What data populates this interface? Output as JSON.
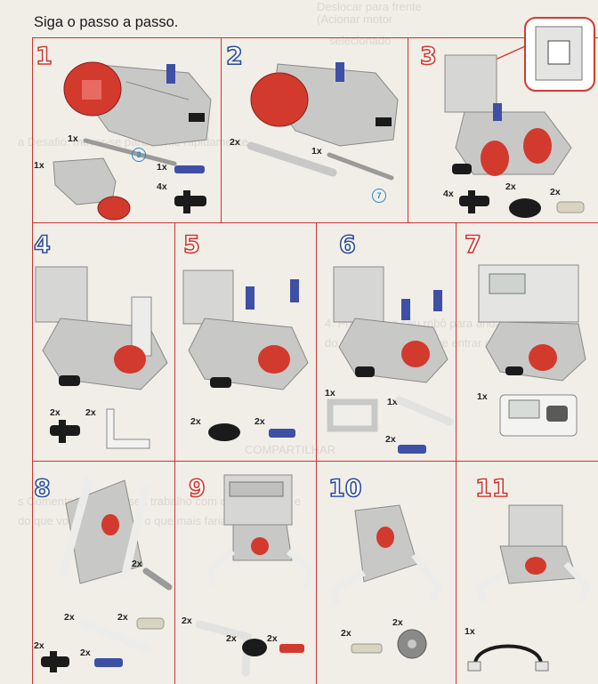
{
  "page": {
    "title": "Siga o passo a passo."
  },
  "steps": [
    {
      "number": "1",
      "parts": [
        {
          "qty": "1x"
        },
        {
          "qty": "1x"
        },
        {
          "qty": "1x"
        },
        {
          "qty": "4x"
        }
      ],
      "length_markers": [
        "3"
      ]
    },
    {
      "number": "2",
      "parts": [
        {
          "qty": "2x"
        },
        {
          "qty": "1x"
        }
      ],
      "length_markers": [
        "7"
      ]
    },
    {
      "number": "3",
      "parts": [
        {
          "qty": "4x"
        },
        {
          "qty": "2x"
        },
        {
          "qty": "2x"
        }
      ]
    },
    {
      "number": "4",
      "parts": [
        {
          "qty": "2x"
        },
        {
          "qty": "2x"
        }
      ]
    },
    {
      "number": "5",
      "parts": [
        {
          "qty": "2x"
        },
        {
          "qty": "2x"
        }
      ]
    },
    {
      "number": "6",
      "parts": [
        {
          "qty": "1x"
        },
        {
          "qty": "1x"
        },
        {
          "qty": "2x"
        }
      ]
    },
    {
      "number": "7",
      "parts": [
        {
          "qty": "1x"
        }
      ]
    },
    {
      "number": "8",
      "parts": [
        {
          "qty": "2x"
        },
        {
          "qty": "2x"
        },
        {
          "qty": "2x"
        },
        {
          "qty": "2x"
        },
        {
          "qty": "2x"
        }
      ]
    },
    {
      "number": "9",
      "parts": [
        {
          "qty": "2x"
        },
        {
          "qty": "2x"
        },
        {
          "qty": "2x"
        }
      ]
    },
    {
      "number": "10",
      "parts": [
        {
          "qty": "2x"
        },
        {
          "qty": "2x"
        }
      ]
    },
    {
      "number": "11",
      "parts": [
        {
          "qty": "1x"
        }
      ]
    }
  ],
  "bleed_through": [
    "Deslocar para frente",
    "(Acionar motor",
    "selecionado",
    "a Desafio: mover-se para frente rapidamente",
    "4. Programe o seu robô para andar e prenda o",
    "do da forma correta que entrar com o cabo",
    "COMPARTILHAR",
    "s Comente/ e mostre seu trabalho com outros grupos e",
    "do que você esperava e o que mais faria/corrigi"
  ],
  "colors": {
    "accent_red": "#cf3b32",
    "accent_blue": "#2c4f97",
    "lego_gray": "#c8c8c6",
    "lego_red": "#d23a2e",
    "lego_black": "#1b1b1b",
    "pin_blue": "#3e4fa6",
    "beige": "#d8d4c0"
  }
}
